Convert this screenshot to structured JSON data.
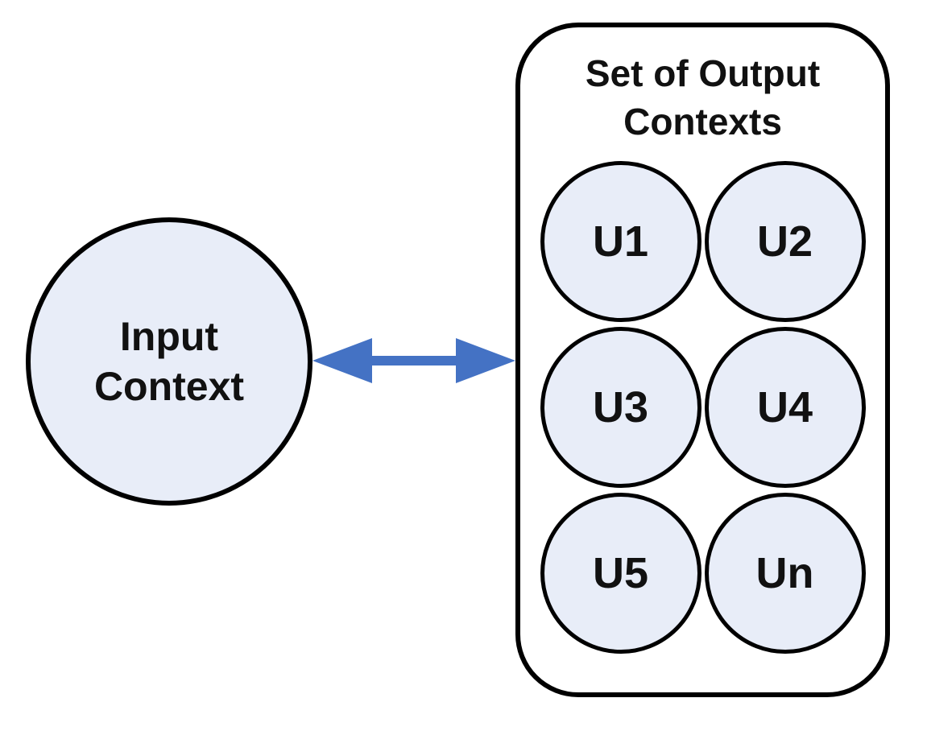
{
  "colors": {
    "node_fill": "#E8EDF8",
    "node_border": "#000000",
    "arrow": "#4472C4",
    "text": "#111111"
  },
  "input_node": {
    "label": "Input Context",
    "lines": [
      "Input",
      "Context"
    ]
  },
  "arrow": {
    "type": "bidirectional",
    "description": "double-headed-arrow"
  },
  "output_group": {
    "title": "Set of Output Contexts",
    "title_lines": [
      "Set of Output",
      "Contexts"
    ],
    "nodes": [
      {
        "label": "U1"
      },
      {
        "label": "U2"
      },
      {
        "label": "U3"
      },
      {
        "label": "U4"
      },
      {
        "label": "U5"
      },
      {
        "label": "Un"
      }
    ]
  }
}
